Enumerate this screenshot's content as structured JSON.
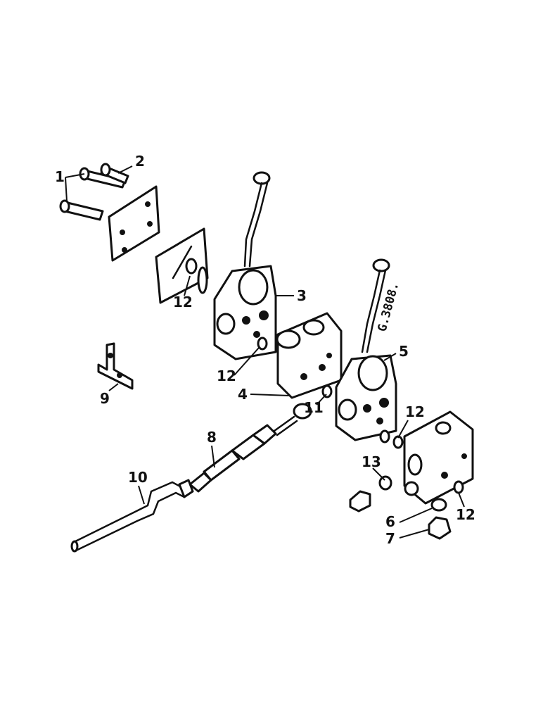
{
  "drawing_number": "G.3808.",
  "callouts": {
    "c1": "1",
    "c2": "2",
    "c3": "3",
    "c4": "4",
    "c5": "5",
    "c6": "6",
    "c7": "7",
    "c8": "8",
    "c9": "9",
    "c10": "10",
    "c11": "11",
    "c12a": "12",
    "c12b": "12",
    "c12c": "12",
    "c12d": "12",
    "c13": "13"
  },
  "colors": {
    "ink": "#111111",
    "paper": "#ffffff"
  }
}
